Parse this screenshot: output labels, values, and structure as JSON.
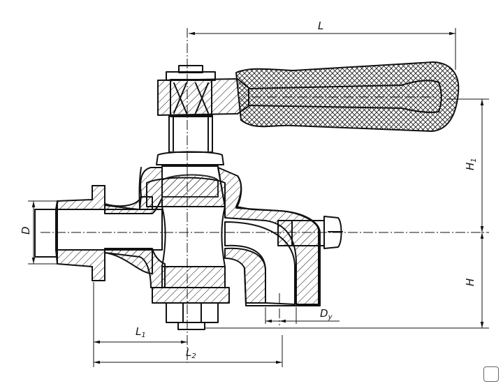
{
  "labels": {
    "L": "L",
    "H1": "H",
    "H1_sub": "1",
    "H": "H",
    "D": "D",
    "Dy": "D",
    "Dy_sub": "у",
    "L1": "L",
    "L1_sub": "1",
    "L2": "L",
    "L2_sub": "2"
  }
}
